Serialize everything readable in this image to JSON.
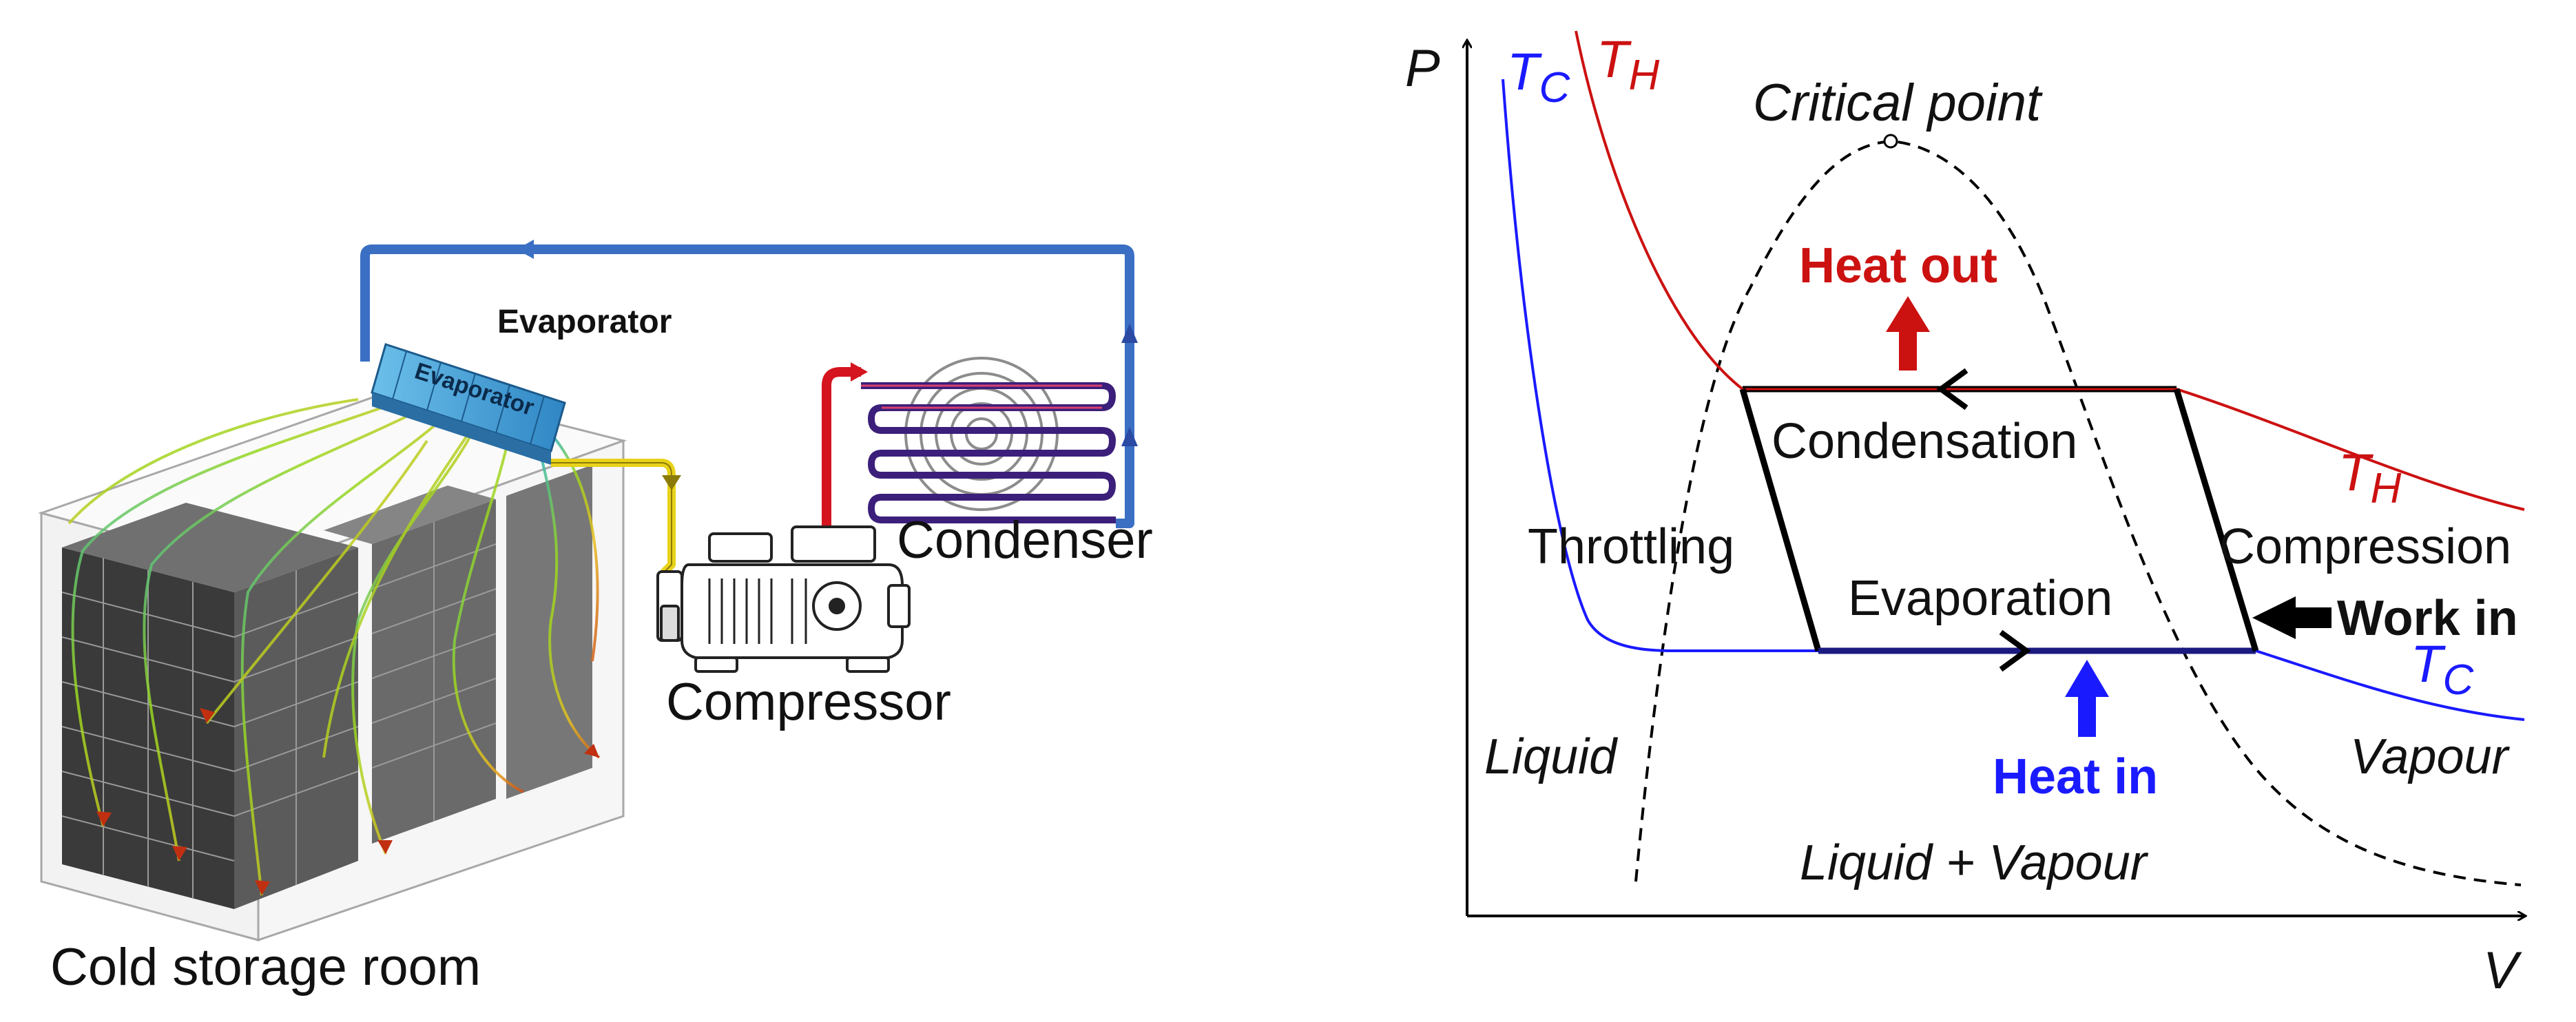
{
  "left_diagram": {
    "labels": {
      "evaporator_callout": "Evaporator",
      "evaporator_box": "Evaporator",
      "condenser": "Condenser",
      "compressor": "Compressor",
      "cold_storage_room": "Cold storage room"
    },
    "colors": {
      "pipe_cold": "#3a6fc4",
      "pipe_hot": "#d4141e",
      "pipe_suction": "#e8d21a",
      "condenser_coil": "#3b1f7a",
      "evaporator_box": "#4aa3d8"
    }
  },
  "pv_diagram": {
    "axes": {
      "y_label": "P",
      "x_label": "V"
    },
    "isotherms": {
      "cold_top": {
        "symbol": "T",
        "subscript": "C"
      },
      "hot_top": {
        "symbol": "T",
        "subscript": "H"
      },
      "hot_right": {
        "symbol": "T",
        "subscript": "H"
      },
      "cold_right": {
        "symbol": "T",
        "subscript": "C"
      }
    },
    "labels": {
      "critical_point": "Critical point",
      "heat_out": "Heat out",
      "condensation": "Condensation",
      "throttling": "Throttling",
      "compression": "Compression",
      "evaporation": "Evaporation",
      "work_in": "Work in",
      "heat_in": "Heat in",
      "liquid": "Liquid",
      "vapour": "Vapour",
      "liquid_vapour": "Liquid + Vapour"
    },
    "colors": {
      "hot": "#cc1111",
      "cold": "#1a1aff",
      "cycle": "#000000",
      "evaporation_line": "#1a1a80"
    }
  }
}
